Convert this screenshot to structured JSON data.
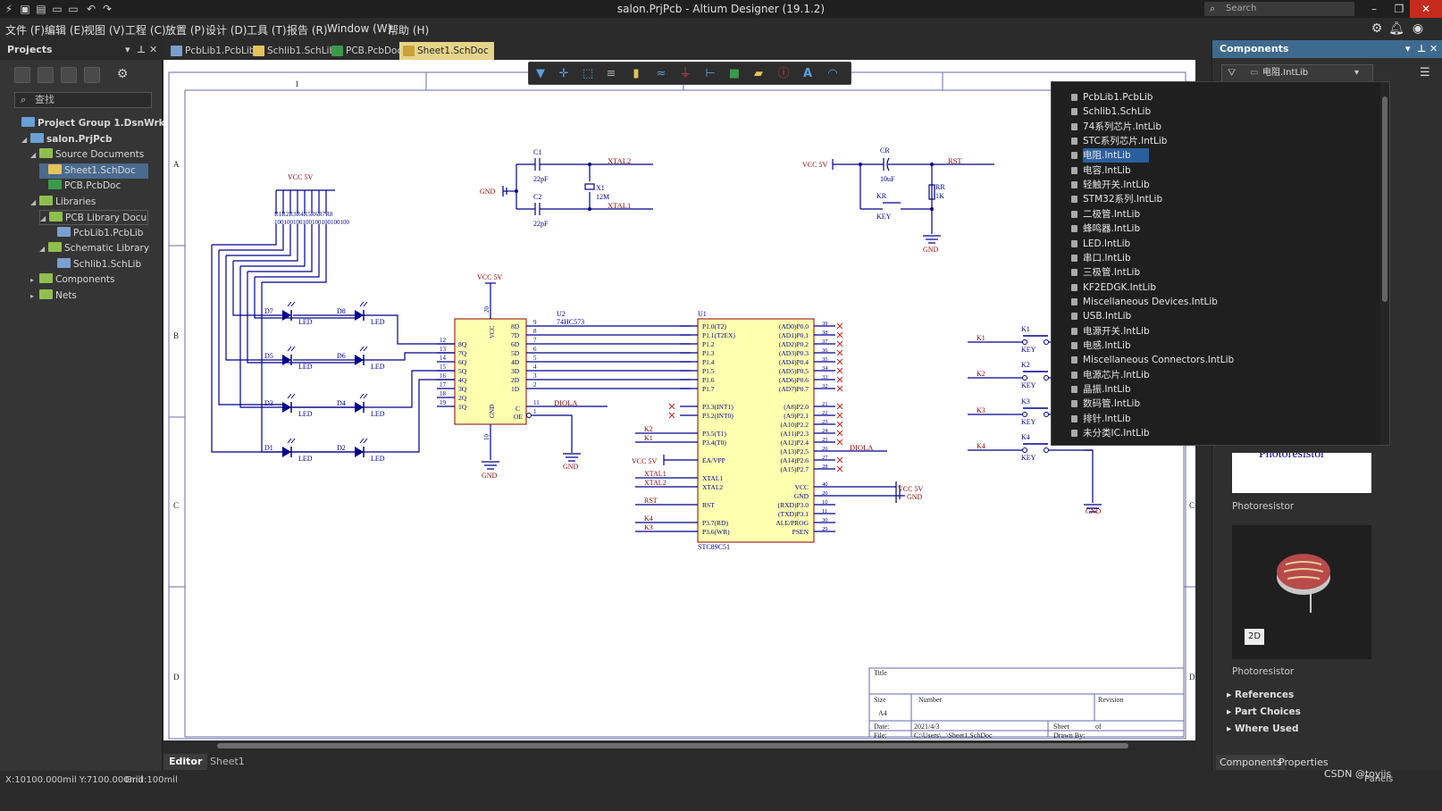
{
  "window": {
    "title": "salon.PrjPcb - Altium Designer (19.1.2)",
    "search_placeholder": "Search"
  },
  "menu": [
    "文件 (F)",
    "编辑 (E)",
    "视图 (V)",
    "工程 (C)",
    "放置 (P)",
    "设计 (D)",
    "工具 (T)",
    "报告 (R)",
    "Window (W)",
    "帮助 (H)"
  ],
  "projects": {
    "title": "Projects",
    "search_placeholder": "查找",
    "tree": [
      {
        "label": "Project Group 1.DsnWrk",
        "icon": "proj",
        "indent": 0
      },
      {
        "label": "salon.PrjPcb",
        "icon": "proj",
        "indent": 1
      },
      {
        "label": "Source Documents",
        "icon": "folder",
        "indent": 2
      },
      {
        "label": "Sheet1.SchDoc",
        "icon": "sch",
        "indent": 3
      },
      {
        "label": "PCB.PcbDoc",
        "icon": "pcb",
        "indent": 3
      },
      {
        "label": "Libraries",
        "icon": "folder",
        "indent": 2
      },
      {
        "label": "PCB Library Docu",
        "icon": "folder",
        "indent": 3
      },
      {
        "label": "PcbLib1.PcbLib",
        "icon": "lib",
        "indent": 4
      },
      {
        "label": "Schematic Library",
        "icon": "folder",
        "indent": 3
      },
      {
        "label": "Schlib1.SchLib",
        "icon": "lib",
        "indent": 4
      },
      {
        "label": "Components",
        "icon": "folder",
        "indent": 2
      },
      {
        "label": "Nets",
        "icon": "folder",
        "indent": 2
      }
    ]
  },
  "tabs": [
    {
      "label": "PcbLib1.PcbLib",
      "color": "#7a9fcf"
    },
    {
      "label": "Schlib1.SchLib",
      "color": "#e6c25a"
    },
    {
      "label": "PCB.PcbDoc",
      "color": "#3b9a4a"
    },
    {
      "label": "Sheet1.SchDoc",
      "color": "#e6c25a"
    }
  ],
  "bottom_tabs": [
    "Editor",
    "Sheet1"
  ],
  "status": {
    "coords": "X:10100.000mil Y:7100.000mil",
    "grid": "Grid:100mil"
  },
  "schematic": {
    "border_col": "1",
    "border_rows": [
      "A",
      "B",
      "C",
      "D"
    ],
    "vcc": "VCC 5V",
    "gnd": "GND",
    "caps": {
      "c1": "C1",
      "c1v": "22pF",
      "c2": "C2",
      "c2v": "22pF",
      "x1": "X1",
      "x1v": "12M",
      "xtal1": "XTAL1",
      "xtal2": "XTAL2",
      "cr": "CR",
      "crv": "10uF",
      "kr": "KR",
      "key": "KEY",
      "rr": "RR",
      "rrv": "1K",
      "rst": "RST"
    },
    "res_label": "R1R2R3R4R5R6R7R8",
    "res_values": "100100100100100100100100",
    "leds": [
      "D7",
      "D8",
      "D5",
      "D6",
      "D3",
      "D4",
      "D1",
      "D2"
    ],
    "led_label": "LED",
    "u2": {
      "ref": "U2",
      "part": "74HC573",
      "pins_left": [
        "8Q",
        "7Q",
        "6Q",
        "5Q",
        "4Q",
        "3Q",
        "2Q",
        "1Q"
      ],
      "pins_right": [
        "8D",
        "7D",
        "6D",
        "5D",
        "4D",
        "3D",
        "2D",
        "1D"
      ],
      "left_nums": [
        "12",
        "13",
        "14",
        "15",
        "16",
        "17",
        "18",
        "19"
      ],
      "right_nums": [
        "9",
        "8",
        "7",
        "6",
        "5",
        "4",
        "3",
        "2"
      ],
      "vcc": "VCC",
      "gnd": "GND",
      "c": "C",
      "oe": "OE",
      "pin20": "20",
      "pin10": "10",
      "pin11": "11",
      "pin1": "1",
      "diola": "DIOLA"
    },
    "u1": {
      "ref": "U1",
      "part": "STC89C51",
      "left": [
        "P1.0(T2)",
        "P1.1(T2EX)",
        "P1.2",
        "P1.3",
        "P1.4",
        "P1.5",
        "P1.6",
        "P1.7",
        "P3.3(INT1)",
        "P3.2(INT0)",
        "P3.5(T1)",
        "P3.4(T0)",
        "EA/VPP",
        "XTAL1",
        "XTAL2",
        "RST",
        "P3.7(RD)",
        "P3.6(WR)"
      ],
      "right": [
        "(AD0)P0.0",
        "(AD1)P0.1",
        "(AD2)P0.2",
        "(AD3)P0.3",
        "(AD4)P0.4",
        "(AD5)P0.5",
        "(AD6)P0.6",
        "(AD7)P0.7",
        "(A8)P2.0",
        "(A9)P2.1",
        "(A10)P2.2",
        "(A11)P2.3",
        "(A12)P2.4",
        "(A13)P2.5",
        "(A14)P2.6",
        "(A15)P2.7",
        "VCC",
        "GND",
        "(RXD)P3.0",
        "(TXD)P3.1",
        "ALE/PROG",
        "PSEN"
      ],
      "right_nums": [
        "39",
        "38",
        "37",
        "36",
        "35",
        "34",
        "33",
        "32",
        "21",
        "22",
        "23",
        "24",
        "25",
        "26",
        "27",
        "28",
        "40",
        "20",
        "10",
        "11",
        "30",
        "29"
      ],
      "left_nets": {
        "k2": "K2",
        "k1": "K1",
        "vcc": "VCC 5V",
        "xtal1": "XTAL1",
        "xtal2": "XTAL2",
        "rst": "RST",
        "k4": "K4",
        "k3": "K3"
      },
      "diola": "DIOLA"
    },
    "keys": [
      {
        "ref": "K1",
        "net": "K1"
      },
      {
        "ref": "K2",
        "net": "K2"
      },
      {
        "ref": "K3",
        "net": "K3"
      },
      {
        "ref": "K4",
        "net": "K4"
      }
    ],
    "title_block": {
      "title": "Title",
      "size": "Size",
      "size_val": "A4",
      "number": "Number",
      "revision": "Revision",
      "date": "Date:",
      "date_val": "2021/4/3",
      "sheet": "Sheet",
      "of": "of",
      "file": "File:",
      "file_val": "C:\\Users\\...\\Sheet1.SchDoc",
      "drawn": "Drawn By:"
    }
  },
  "components_panel": {
    "title": "Components",
    "current_lib": "电阻.IntLib",
    "libraries": [
      "PcbLib1.PcbLib",
      "Schlib1.SchLib",
      "74系列芯片.IntLib",
      "STC系列芯片.IntLib",
      "电阻.IntLib",
      "电容.IntLib",
      "轻触开关.IntLib",
      "STM32系列.IntLib",
      "二极管.IntLib",
      "蜂鸣器.IntLib",
      "LED.IntLib",
      "串口.IntLib",
      "三极管.IntLib",
      "KF2EDGK.IntLib",
      "Miscellaneous Devices.IntLib",
      "USB.IntLib",
      "电源开关.IntLib",
      "电感.IntLib",
      "Miscellaneous Connectors.IntLib",
      "电源芯片.IntLib",
      "晶振.IntLib",
      "数码管.IntLib",
      "排针.IntLib",
      "未分类IC.IntLib"
    ],
    "selected_index": 4,
    "preview_top_text": "Photoresistor",
    "preview_label_1": "Photoresistor",
    "preview_label_2": "Photoresistor",
    "badge_2d": "2D",
    "links": [
      "References",
      "Part Choices",
      "Where Used"
    ],
    "bottom_tabs": [
      "Components",
      "Properties"
    ],
    "panels_btn": "Panels"
  },
  "watermark": "CSDN @toyiis"
}
